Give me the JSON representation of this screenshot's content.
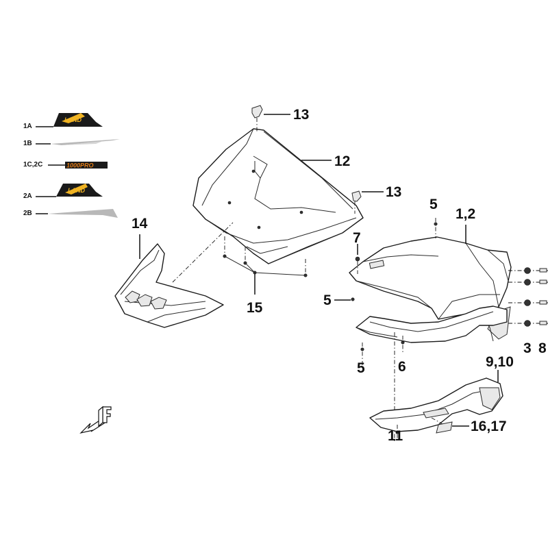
{
  "legend": {
    "rows": [
      {
        "id": "1A",
        "label": "1A",
        "decal": "land-logo-decal",
        "color": "#f0b323"
      },
      {
        "id": "1B",
        "label": "1B",
        "decal": "stripe-decal",
        "color": "#b8b8b8"
      },
      {
        "id": "1C2C",
        "label": "1C,2C",
        "decal": "1000-pro-decal",
        "text": "1000PRO",
        "color": "#e07a14"
      },
      {
        "id": "2A",
        "label": "2A",
        "decal": "land-logo-decal",
        "color": "#f0b323"
      },
      {
        "id": "2B",
        "label": "2B",
        "decal": "stripe-decal",
        "color": "#b8b8b8"
      }
    ]
  },
  "callouts": {
    "n13a": "13",
    "n12": "12",
    "n13b": "13",
    "n5a": "5",
    "n12b": "1,2",
    "n14": "14",
    "n7": "7",
    "n15": "15",
    "n5b": "5",
    "n3": "3",
    "n8": "8",
    "n5c": "5",
    "n6": "6",
    "n910": "9,10",
    "n11": "11",
    "n1617": "16,17"
  },
  "front_indicator": {
    "icon": "front-direction-arrow-icon",
    "letter": "F"
  }
}
